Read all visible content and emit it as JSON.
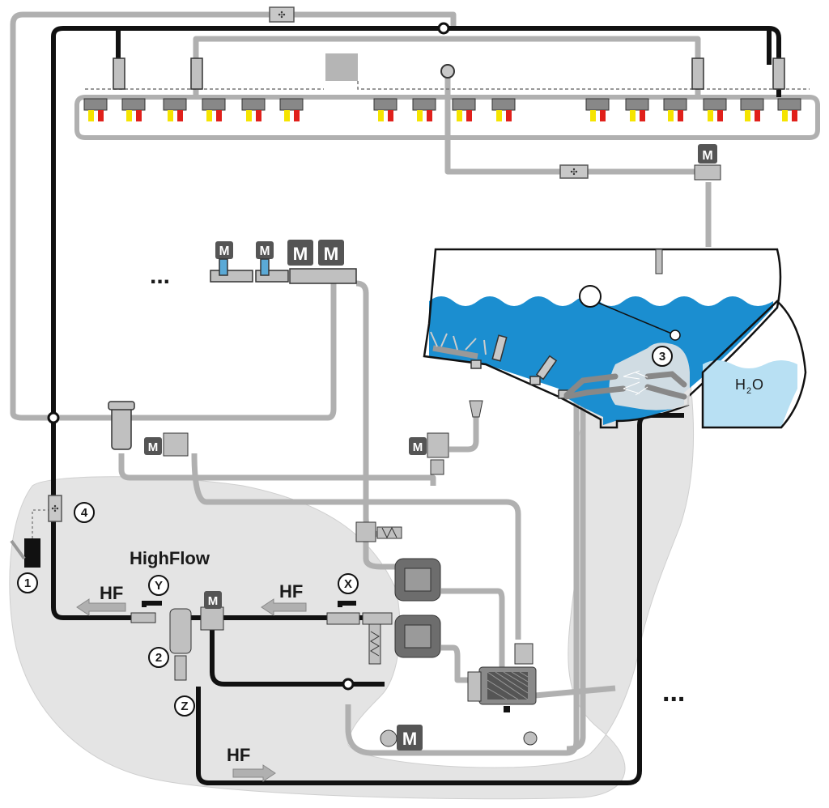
{
  "diagram": {
    "title": "HighFlow",
    "flow_labels": {
      "hf_top_left": "HF",
      "hf_top_right": "HF",
      "hf_bottom": "HF"
    },
    "callouts": {
      "c1": "1",
      "c2": "2",
      "c3": "3",
      "c4": "4",
      "x": "X",
      "y": "Y",
      "z": "Z"
    },
    "motor_label": "M",
    "tank_label": {
      "main": "H",
      "sub": "2",
      "tail": "O"
    },
    "ellipsis": "...",
    "colors": {
      "water": "#1b8ed0",
      "water_light": "#b8e0f3",
      "highflow_zone": "#e4e4e4",
      "pipe_black": "#111111",
      "pipe_grey": "#b0b0b0",
      "nozzle_yellow": "#f5e400",
      "nozzle_red": "#e0201b",
      "motor": "#555555"
    }
  }
}
